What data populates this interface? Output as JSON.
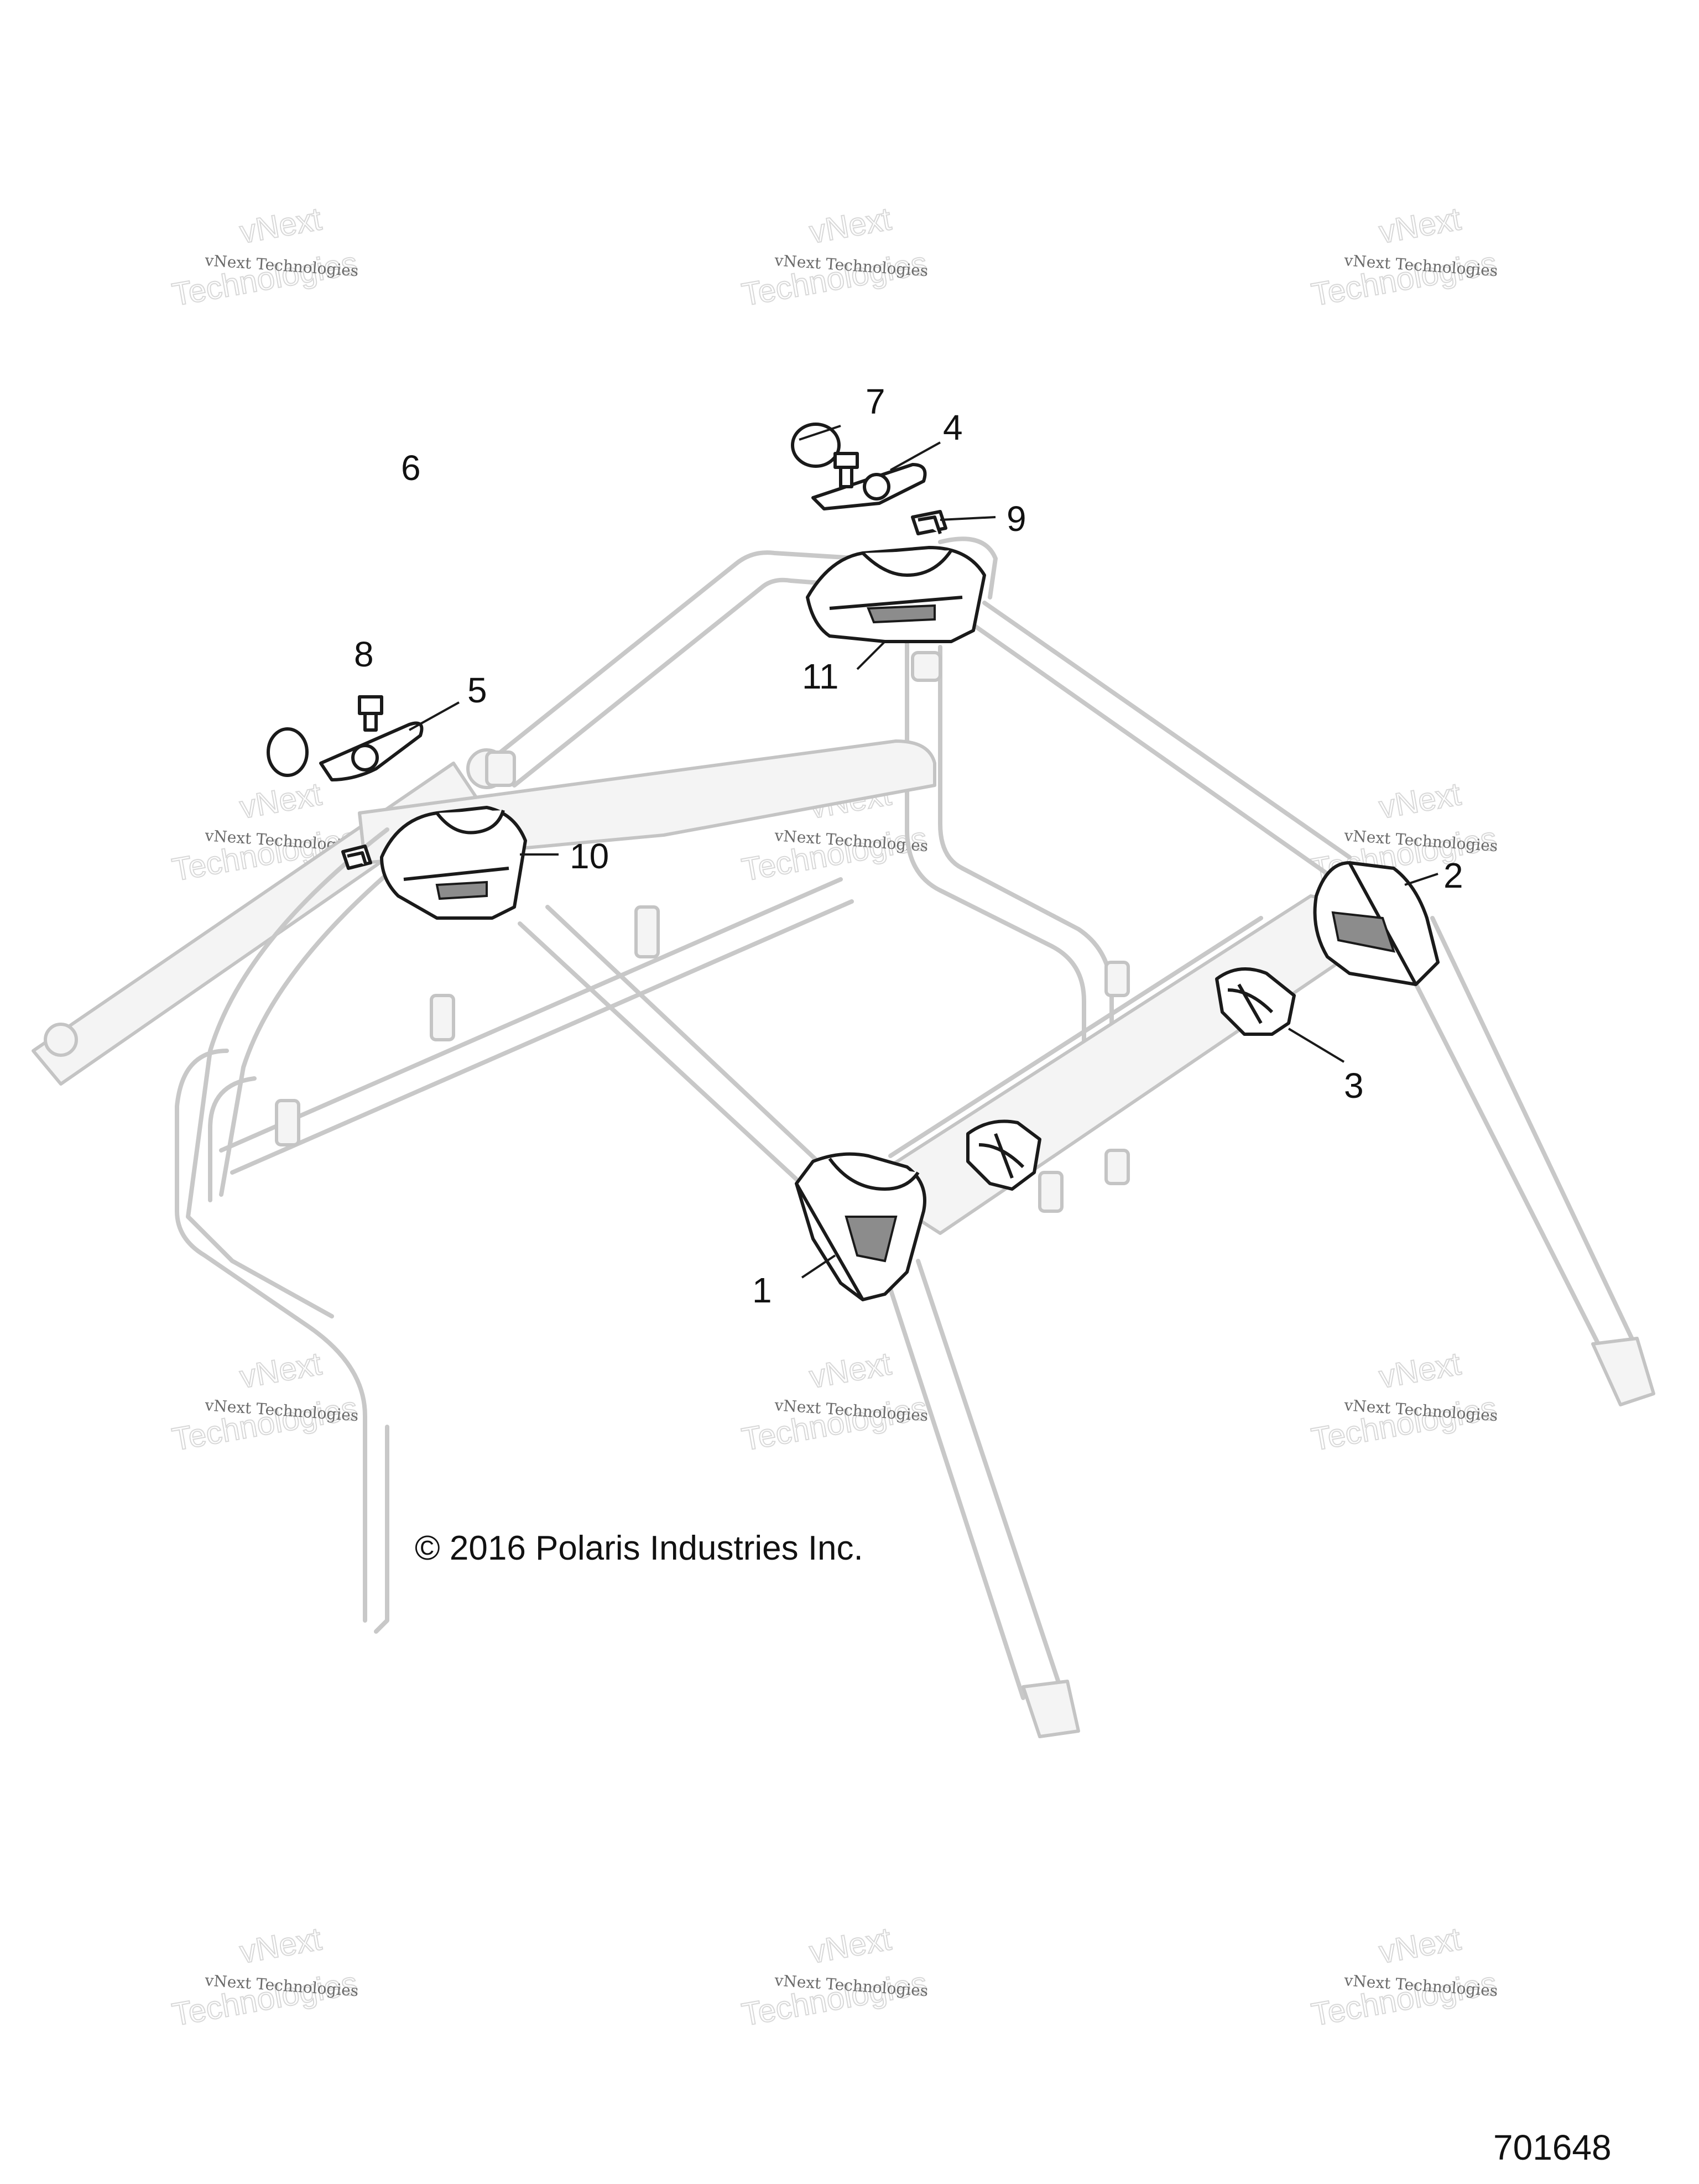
{
  "watermark": {
    "line_small": "vNext Technologies",
    "line_large_1": "vNext",
    "line_large_2": "Technologies"
  },
  "callouts": {
    "c1": "1",
    "c2": "2",
    "c3": "3",
    "c4": "4",
    "c5": "5",
    "c6": "6",
    "c7": "7",
    "c8": "8",
    "c9": "9",
    "c10": "10",
    "c11": "11"
  },
  "copyright": "© 2016 Polaris Industries Inc.",
  "drawing_number": "701648"
}
